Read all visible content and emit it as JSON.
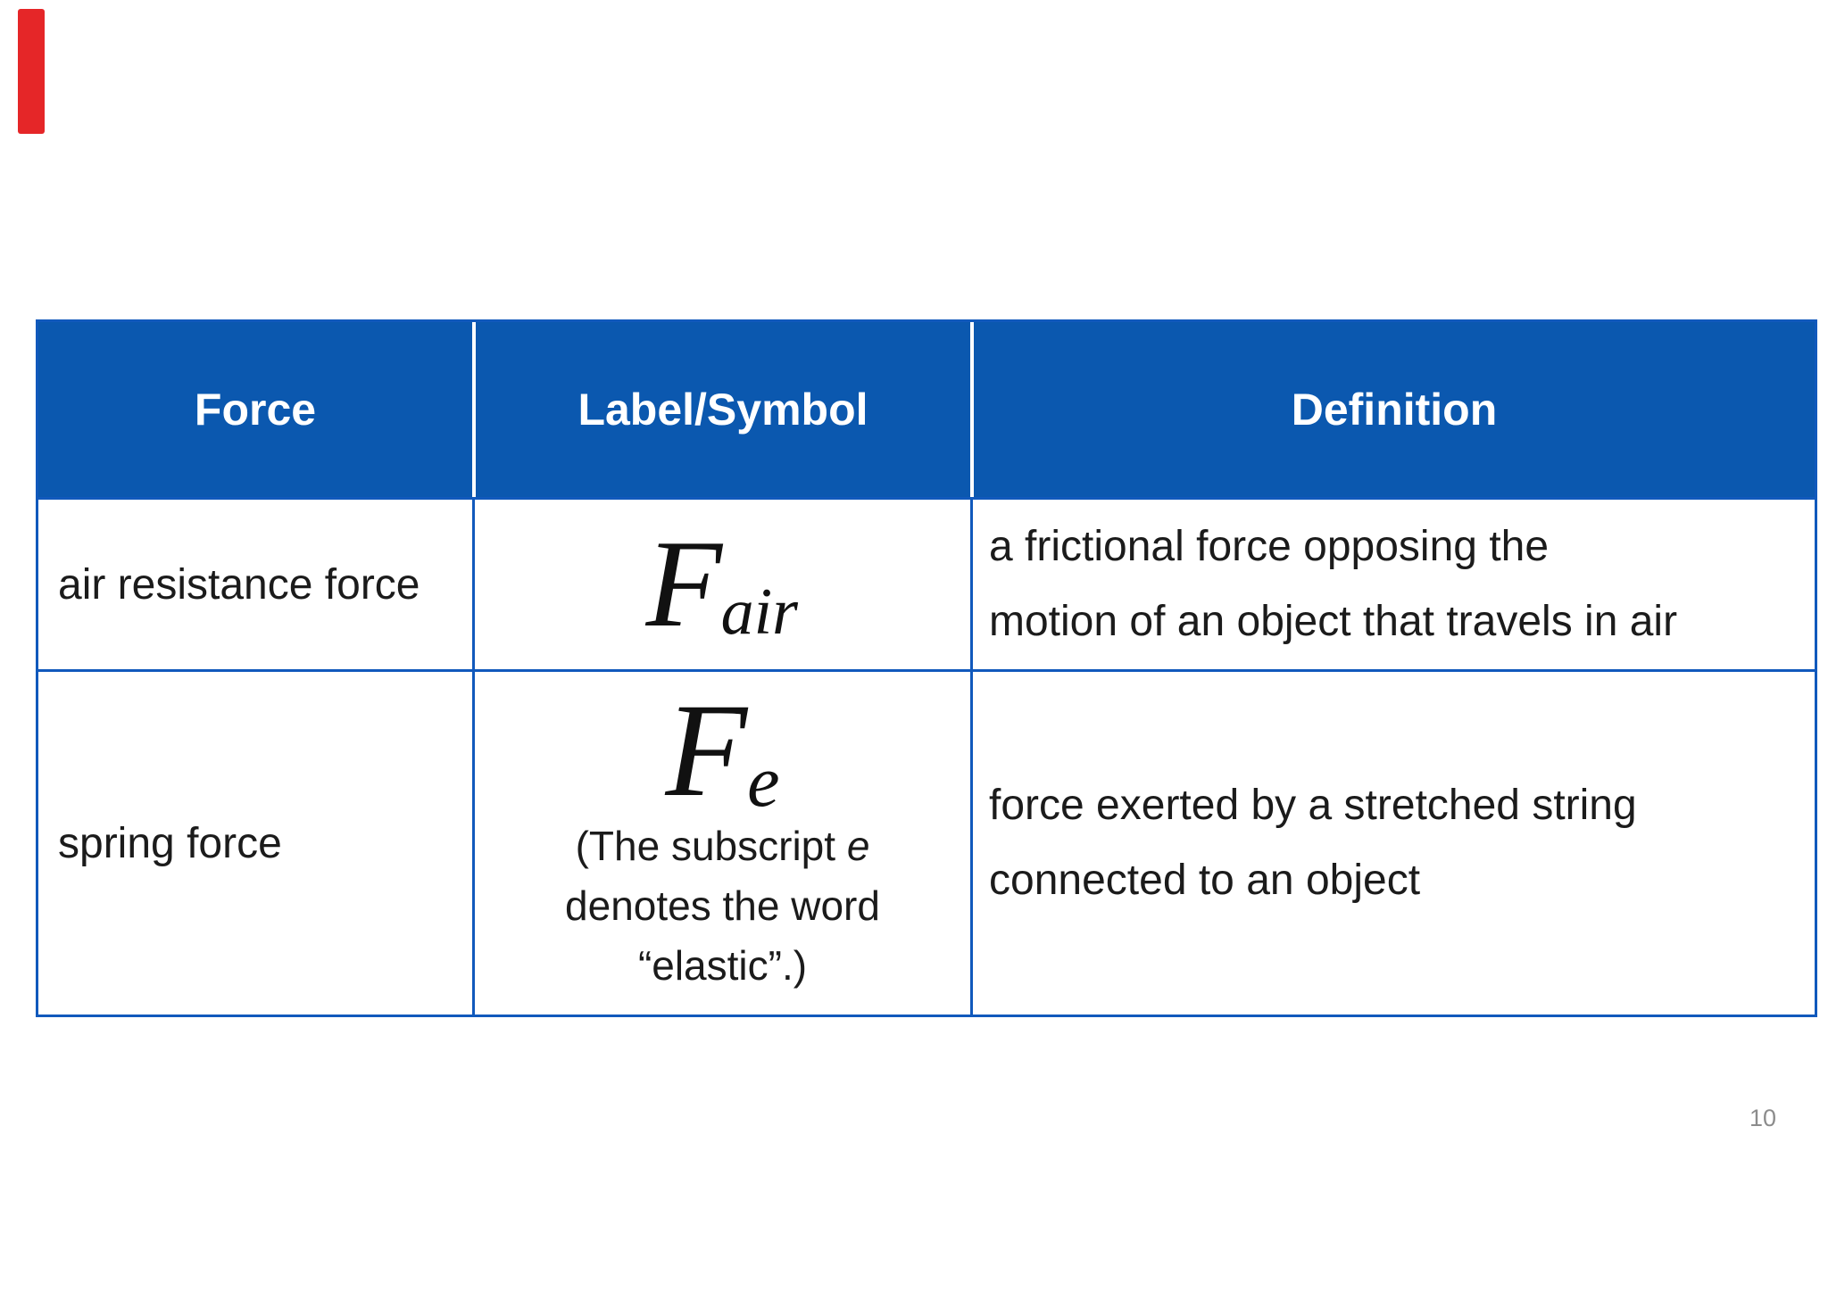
{
  "slide": {
    "page_number": "10",
    "accent_bar_color": "#E52628"
  },
  "table": {
    "header_bg_color": "#0B58AF",
    "border_color": "#1159BC",
    "header": {
      "columns": [
        "Force",
        "Label/Symbol",
        "Definition"
      ]
    },
    "rows": [
      {
        "force": "air resistance force",
        "symbol": {
          "base": "F",
          "subscript": "air"
        },
        "definition_lines": [
          "a frictional force opposing the",
          "motion of an object that travels in air"
        ]
      },
      {
        "force": "spring force",
        "symbol": {
          "base": "F",
          "subscript": "e"
        },
        "symbol_note": {
          "line1_prefix": "(The subscript ",
          "line1_italic": "e",
          "line2": "denotes the word",
          "line3": "“elastic”.)"
        },
        "definition_lines": [
          "force exerted by a stretched string",
          "connected to an object"
        ]
      }
    ]
  }
}
